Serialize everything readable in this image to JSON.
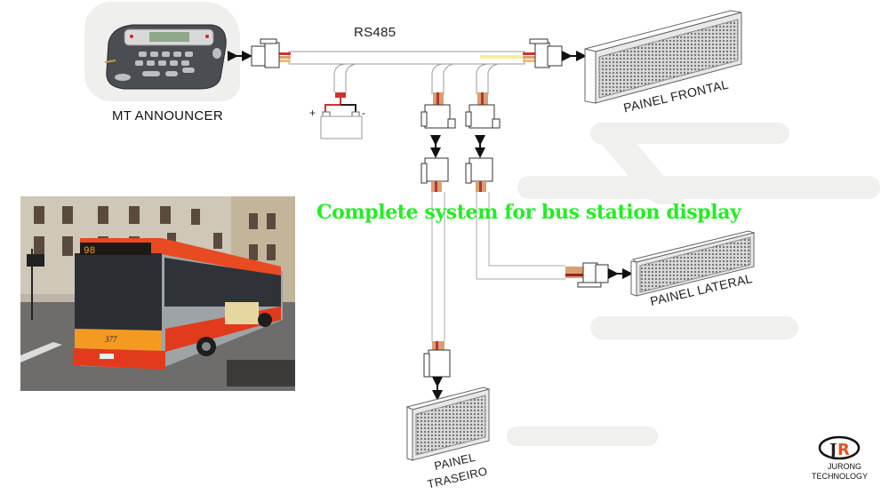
{
  "diagram": {
    "title": "Complete system for bus station display",
    "title_color": "#22ee22",
    "bus_label": "RS485",
    "controller": {
      "label": "MT ANNOUNCER"
    },
    "power": {
      "plus": "+",
      "minus": "-"
    },
    "displays": [
      {
        "id": "frontal",
        "label": "PAINEL FRONTAL"
      },
      {
        "id": "lateral",
        "label": "PAINEL LATERAL"
      },
      {
        "id": "traseiro",
        "label_line1": "PAINEL",
        "label_line2": "TRASEIRO"
      }
    ],
    "bus_photo": {
      "route_number": "98",
      "fleet_number": "377"
    },
    "logo": {
      "monogram": "JR",
      "line1": "JURONG",
      "line2": "TECHNOLOGY"
    }
  }
}
